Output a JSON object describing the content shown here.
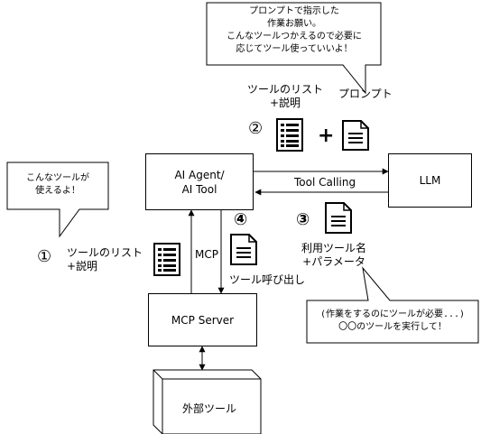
{
  "nodes": {
    "agent": "AI Agent/\nAI Tool",
    "llm": "LLM",
    "mcp_server": "MCP Server",
    "external_tool": "外部ツール"
  },
  "edges": {
    "tool_calling": "Tool Calling",
    "mcp": "MCP",
    "tool_call": "ツール呼び出し"
  },
  "steps": {
    "s1": "①",
    "s2": "②",
    "s3": "③",
    "s4": "④"
  },
  "labels": {
    "tool_list_top": "ツールのリスト\n+説明",
    "prompt": "プロンプト",
    "plus": "+",
    "tool_list_left": "ツールのリスト\n+説明",
    "tool_name_params": "利用ツール名\n+パラメータ"
  },
  "bubbles": {
    "top": "プロンプトで指示した\n作業お願い。\nこんなツールつかえるので必要に\n応じてツール使っていいよ！",
    "left": "こんなツールが\n使えるよ！",
    "bottom": "(作業をするのにツールが必要...)\n〇〇のツールを実行して！"
  }
}
